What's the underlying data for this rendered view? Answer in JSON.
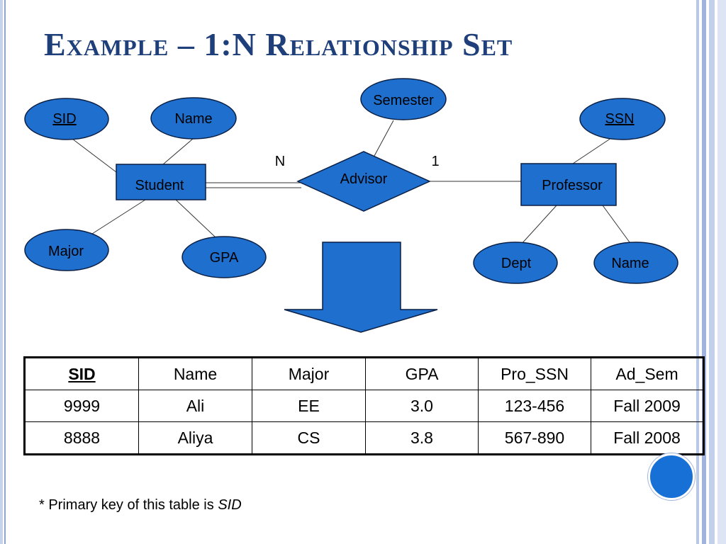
{
  "title": "Example – 1:N Relationship Set",
  "diagram": {
    "entities": {
      "student": "Student",
      "professor": "Professor"
    },
    "relationship": "Advisor",
    "cardinality": {
      "left": "N",
      "right": "1"
    },
    "attributes": {
      "student_sid": "SID",
      "student_name": "Name",
      "student_major": "Major",
      "student_gpa": "GPA",
      "relationship_semester": "Semester",
      "professor_ssn": "SSN",
      "professor_dept": "Dept",
      "professor_name": "Name"
    }
  },
  "table": {
    "headers": [
      "SID",
      "Name",
      "Major",
      "GPA",
      "Pro_SSN",
      "Ad_Sem"
    ],
    "rows": [
      [
        "9999",
        "Ali",
        "EE",
        "3.0",
        "123-456",
        "Fall 2009"
      ],
      [
        "8888",
        "Aliya",
        "CS",
        "3.8",
        "567-890",
        "Fall 2008"
      ]
    ]
  },
  "note": {
    "prefix": "* Primary key of this table is ",
    "key": "SID"
  },
  "colors": {
    "shape_fill": "#1f6fcf",
    "title": "#1f3f7a"
  }
}
